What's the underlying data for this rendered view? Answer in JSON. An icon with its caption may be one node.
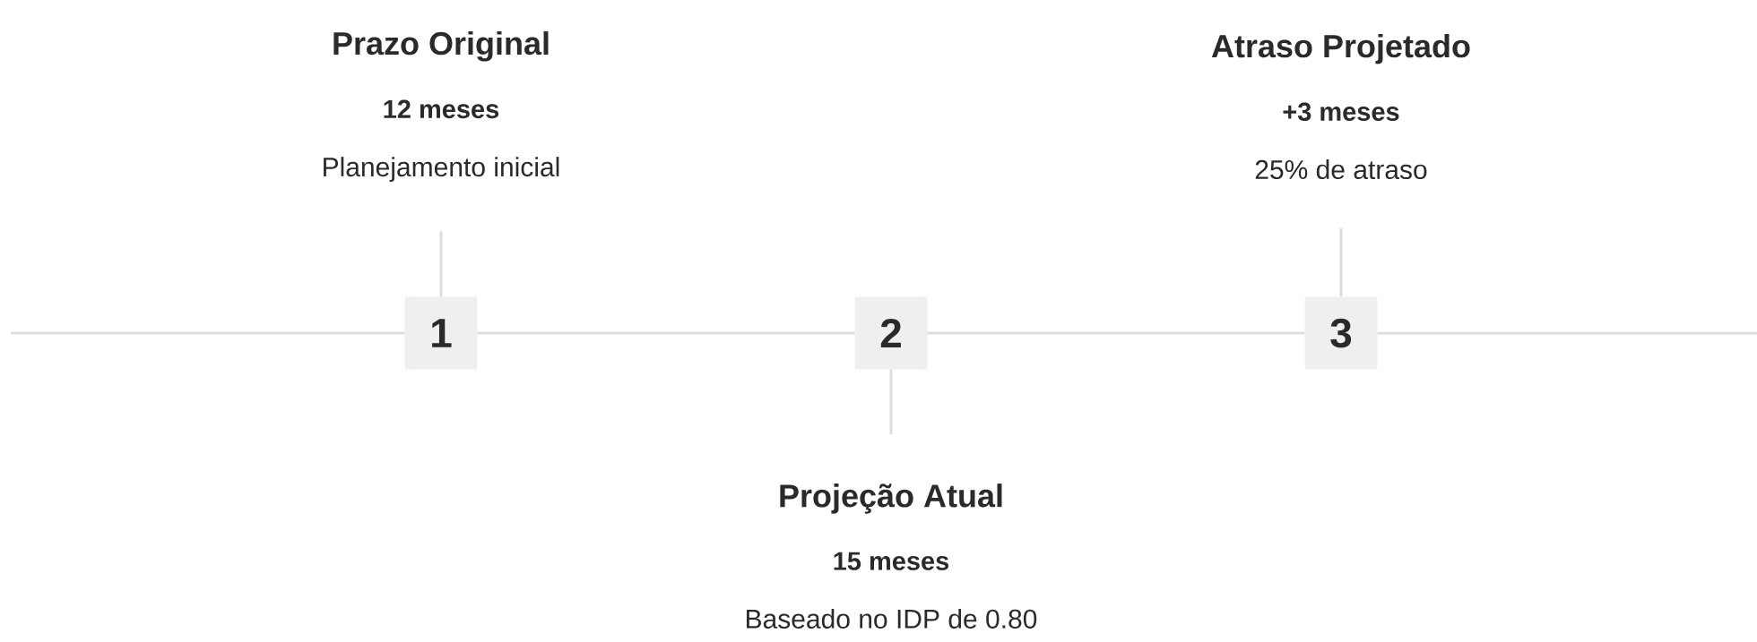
{
  "diagram": {
    "nodes": [
      {
        "text": [
          "Prazo Original",
          "12 meses",
          "Planejamento inicial"
        ]
      },
      {
        "text": [
          "Atraso Projetado",
          "+3 meses",
          "25% de atraso"
        ]
      },
      {
        "text": [
          "1"
        ]
      },
      {
        "text": [
          "2"
        ]
      },
      {
        "text": [
          "3"
        ]
      },
      {
        "text": [
          "Projeção Atual",
          "15 meses",
          "Baseado no IDP de 0.80"
        ]
      }
    ],
    "edges": [
      {
        "from": 0,
        "to": 2,
        "arrow": "none"
      },
      {
        "from": 1,
        "to": 4,
        "arrow": "none"
      },
      {
        "from": 3,
        "to": 5,
        "arrow": "none"
      },
      {
        "from": null,
        "to": 2,
        "arrow": "none"
      },
      {
        "from": 2,
        "to": 3,
        "arrow": "none"
      },
      {
        "from": 3,
        "to": 4,
        "arrow": "none"
      },
      {
        "from": 4,
        "to": null,
        "arrow": "none"
      }
    ]
  }
}
